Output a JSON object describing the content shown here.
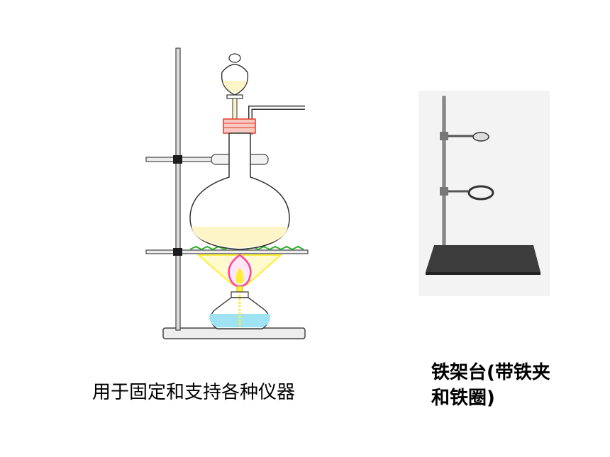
{
  "left_caption": "用于固定和支持各种仪器",
  "right_caption": {
    "line1": "铁架台(带铁夹",
    "line2": "和铁圈)"
  },
  "colors": {
    "metal": "#6a6a6a",
    "liquid_yellow": "#fdf5c8",
    "flame_pink": "#ff3fa0",
    "gauze_green": "#2eae2e",
    "heat_yellow": "#ffee33",
    "alcohol_blue": "#9fe2f4",
    "stopper_red": "#e63b2b",
    "stand_base": "#3c3c3c"
  }
}
